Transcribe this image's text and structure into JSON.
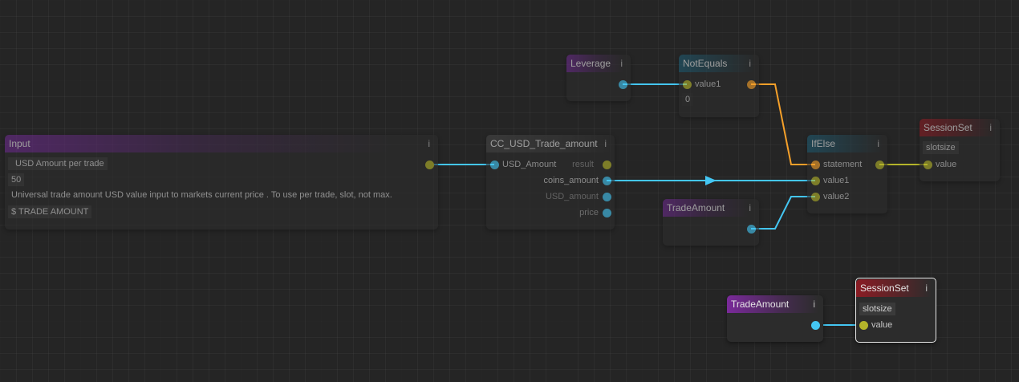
{
  "accent_colors": {
    "cyan_wire": "#44c6f2",
    "orange_wire": "#f5a02a",
    "olive_wire": "#b4b42a",
    "purple_header": "#6a2a8a",
    "teal_header": "#1f5a70",
    "red_header": "#8a1c24"
  },
  "nodes": {
    "input": {
      "title": "Input",
      "info": "i",
      "name_field": "USD Amount per trade",
      "value_field": "50",
      "description": "Universal trade amount USD value input to markets current price . To use per trade, slot, not max.",
      "label_field": "$ TRADE AMOUNT"
    },
    "cc_usd": {
      "title": "CC_USD_Trade_amount",
      "info": "i",
      "input_label": "USD_Amount",
      "outputs": [
        "result",
        "coins_amount",
        "USD_amount",
        "price"
      ]
    },
    "leverage": {
      "title": "Leverage",
      "info": "i"
    },
    "not_equals": {
      "title": "NotEquals",
      "info": "i",
      "input_label": "value1",
      "value2": "0"
    },
    "trade_amount_top": {
      "title": "TradeAmount",
      "info": "i"
    },
    "if_else": {
      "title": "IfElse",
      "info": "i",
      "inputs": [
        "statement",
        "value1",
        "value2"
      ]
    },
    "session_set_top": {
      "title": "SessionSet",
      "info": "i",
      "field": "slotsize",
      "input_label": "value"
    },
    "trade_amount_bottom": {
      "title": "TradeAmount",
      "info": "i"
    },
    "session_set_bottom": {
      "title": "SessionSet",
      "info": "i",
      "field": "slotsize",
      "input_label": "value"
    }
  }
}
